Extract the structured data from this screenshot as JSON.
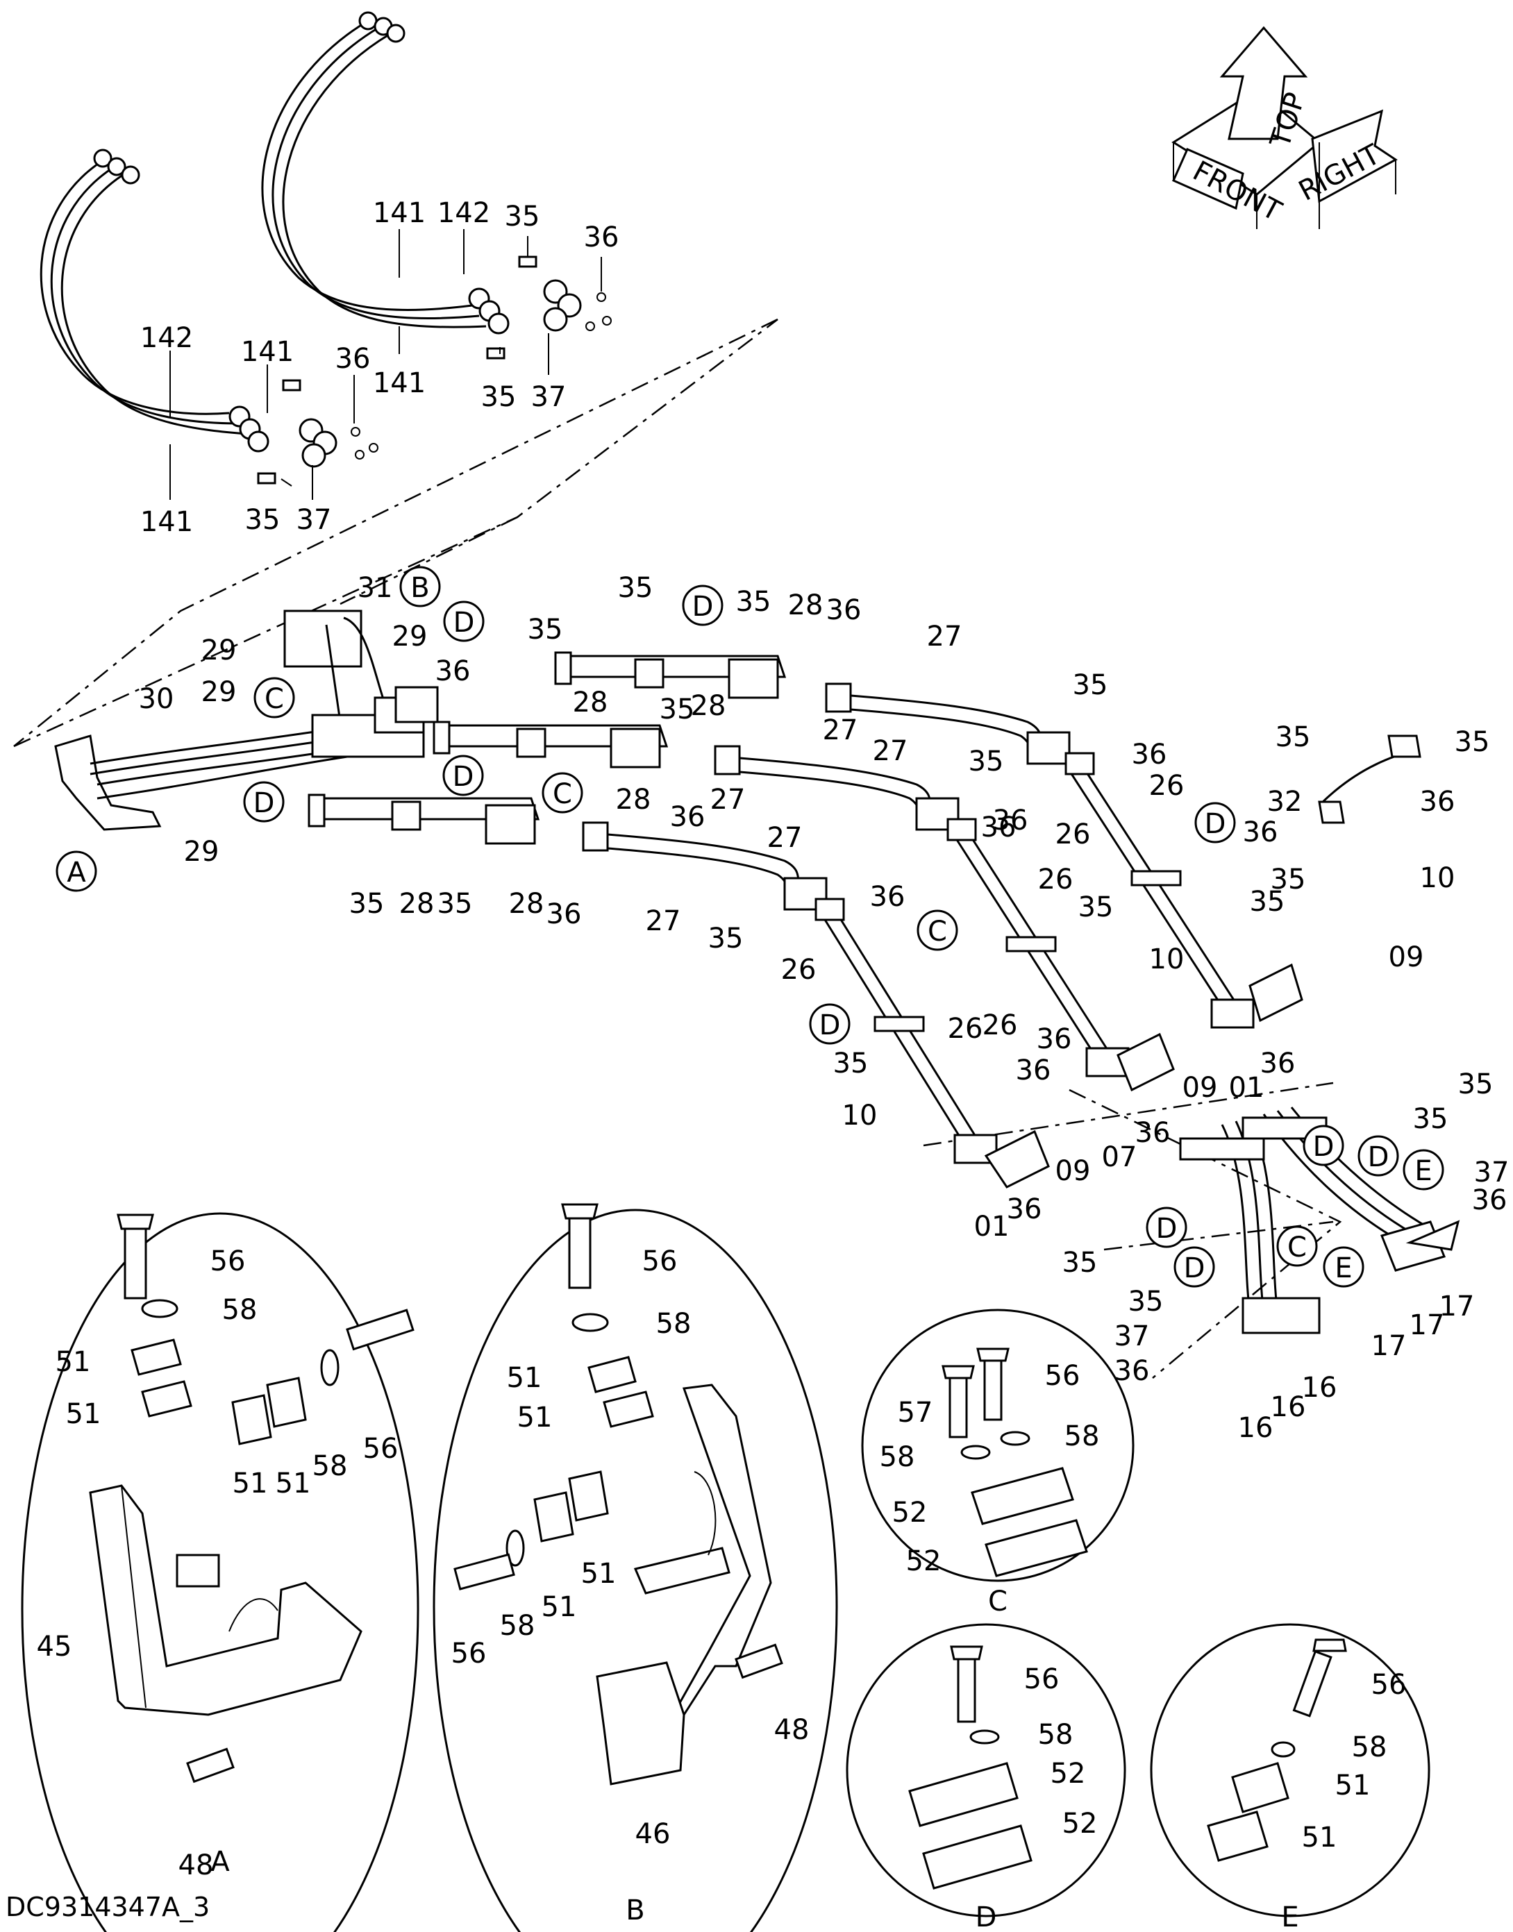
{
  "document_id": "DC9314347A_3",
  "orientation_indicator": {
    "top": "TOP",
    "front": "FRONT",
    "right": "RIGHT"
  },
  "callouts": [
    "A",
    "B",
    "C",
    "D",
    "E"
  ],
  "detail_views": {
    "A": {
      "title": "A",
      "labels": [
        "56",
        "58",
        "51",
        "51",
        "51",
        "51",
        "58",
        "56",
        "45",
        "48"
      ]
    },
    "B": {
      "title": "B",
      "labels": [
        "56",
        "58",
        "51",
        "51",
        "51",
        "51",
        "58",
        "56",
        "46",
        "48"
      ]
    },
    "C": {
      "title": "C",
      "labels": [
        "57",
        "56",
        "58",
        "58",
        "52",
        "52"
      ]
    },
    "D": {
      "title": "D",
      "labels": [
        "56",
        "58",
        "52",
        "52"
      ]
    },
    "E": {
      "title": "E",
      "labels": [
        "56",
        "58",
        "51",
        "51"
      ]
    }
  },
  "part_labels": [
    {
      "id": "p1",
      "text": "141"
    },
    {
      "id": "p2",
      "text": "142"
    },
    {
      "id": "p3",
      "text": "35"
    },
    {
      "id": "p4",
      "text": "36"
    },
    {
      "id": "p5",
      "text": "141"
    },
    {
      "id": "p6",
      "text": "35"
    },
    {
      "id": "p7",
      "text": "37"
    },
    {
      "id": "p8",
      "text": "142"
    },
    {
      "id": "p9",
      "text": "141"
    },
    {
      "id": "p10",
      "text": "36"
    },
    {
      "id": "p11",
      "text": "141"
    },
    {
      "id": "p12",
      "text": "35"
    },
    {
      "id": "p13",
      "text": "37"
    },
    {
      "id": "p14",
      "text": "31"
    },
    {
      "id": "p15",
      "text": "29"
    },
    {
      "id": "p16",
      "text": "29"
    },
    {
      "id": "p17",
      "text": "30"
    },
    {
      "id": "p18",
      "text": "29"
    },
    {
      "id": "p19",
      "text": "29"
    },
    {
      "id": "p20",
      "text": "36"
    },
    {
      "id": "p21",
      "text": "35"
    },
    {
      "id": "p22",
      "text": "35"
    },
    {
      "id": "p23",
      "text": "35"
    },
    {
      "id": "p24",
      "text": "28"
    },
    {
      "id": "p25",
      "text": "36"
    },
    {
      "id": "p26",
      "text": "27"
    },
    {
      "id": "p27",
      "text": "35"
    },
    {
      "id": "p28",
      "text": "28"
    },
    {
      "id": "p29",
      "text": "35"
    },
    {
      "id": "p30",
      "text": "28"
    },
    {
      "id": "p31",
      "text": "27"
    },
    {
      "id": "p32",
      "text": "27"
    },
    {
      "id": "p33",
      "text": "36"
    },
    {
      "id": "p34",
      "text": "28"
    },
    {
      "id": "p35",
      "text": "36"
    },
    {
      "id": "p36",
      "text": "27"
    },
    {
      "id": "p37",
      "text": "35"
    },
    {
      "id": "p38",
      "text": "27"
    },
    {
      "id": "p39",
      "text": "36"
    },
    {
      "id": "p40",
      "text": "35"
    },
    {
      "id": "p41",
      "text": "28"
    },
    {
      "id": "p42",
      "text": "35"
    },
    {
      "id": "p43",
      "text": "28"
    },
    {
      "id": "p44",
      "text": "36"
    },
    {
      "id": "p45",
      "text": "27"
    },
    {
      "id": "p46",
      "text": "35"
    },
    {
      "id": "p47",
      "text": "36"
    },
    {
      "id": "p48",
      "text": "26"
    },
    {
      "id": "p49",
      "text": "26"
    },
    {
      "id": "p50",
      "text": "36"
    },
    {
      "id": "p51",
      "text": "26"
    },
    {
      "id": "p52",
      "text": "35"
    },
    {
      "id": "p53",
      "text": "35"
    },
    {
      "id": "p54",
      "text": "26"
    },
    {
      "id": "p55",
      "text": "26"
    },
    {
      "id": "p56",
      "text": "26"
    },
    {
      "id": "p57",
      "text": "35"
    },
    {
      "id": "p58",
      "text": "36"
    },
    {
      "id": "p59",
      "text": "35"
    },
    {
      "id": "p60",
      "text": "35"
    },
    {
      "id": "p61",
      "text": "32"
    },
    {
      "id": "p62",
      "text": "36"
    },
    {
      "id": "p63",
      "text": "36"
    },
    {
      "id": "p64",
      "text": "10"
    },
    {
      "id": "p65",
      "text": "35"
    },
    {
      "id": "p66",
      "text": "36"
    },
    {
      "id": "p67",
      "text": "09"
    },
    {
      "id": "p68",
      "text": "10"
    },
    {
      "id": "p69",
      "text": "36"
    },
    {
      "id": "p70",
      "text": "09"
    },
    {
      "id": "p71",
      "text": "01"
    },
    {
      "id": "p72",
      "text": "36"
    },
    {
      "id": "p73",
      "text": "07"
    },
    {
      "id": "p74",
      "text": "36"
    },
    {
      "id": "p75",
      "text": "10"
    },
    {
      "id": "p76",
      "text": "09"
    },
    {
      "id": "p77",
      "text": "01"
    },
    {
      "id": "p78",
      "text": "36"
    },
    {
      "id": "p79",
      "text": "35"
    },
    {
      "id": "p80",
      "text": "35"
    },
    {
      "id": "p81",
      "text": "37"
    },
    {
      "id": "p82",
      "text": "36"
    },
    {
      "id": "p83",
      "text": "35"
    },
    {
      "id": "p84",
      "text": "35"
    },
    {
      "id": "p85",
      "text": "37"
    },
    {
      "id": "p86",
      "text": "36"
    },
    {
      "id": "p87",
      "text": "17"
    },
    {
      "id": "p88",
      "text": "17"
    },
    {
      "id": "p89",
      "text": "17"
    },
    {
      "id": "p90",
      "text": "16"
    },
    {
      "id": "p91",
      "text": "16"
    },
    {
      "id": "p92",
      "text": "16"
    }
  ]
}
